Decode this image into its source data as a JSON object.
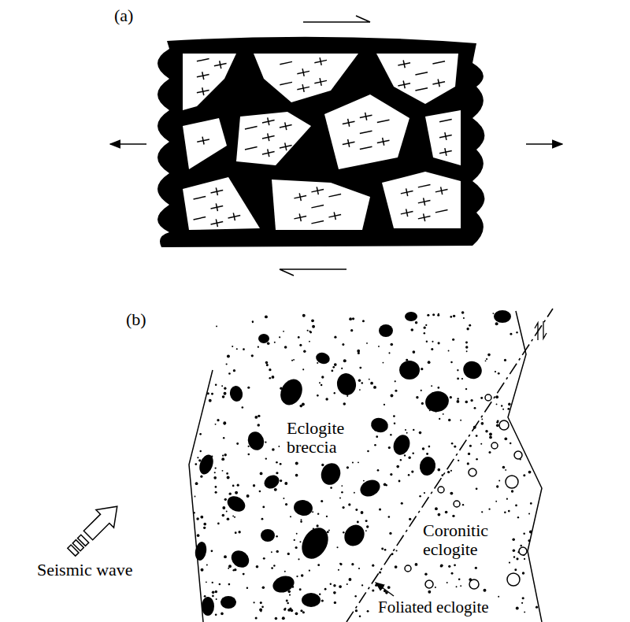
{
  "diagram": {
    "labels": [
      "(a)",
      "(b)",
      "Eclogite breccia",
      "Coronitic eclogite",
      "Foliated eclogite",
      "Seismic wave"
    ]
  }
}
